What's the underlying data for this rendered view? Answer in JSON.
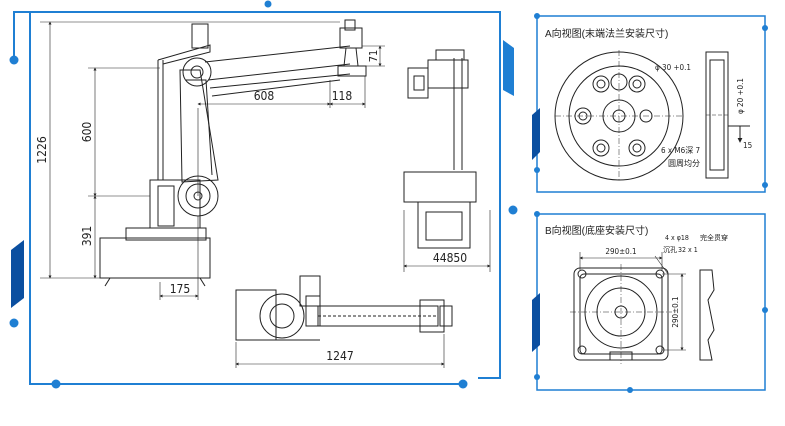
{
  "colors": {
    "frame_blue": "#1f7fd3",
    "accent_dark": "#0b4fa0",
    "line": "#222222"
  },
  "main_view": {
    "dims": {
      "overall_height": "1226",
      "upper_height": "600",
      "base_height": "391",
      "arm_length": "608",
      "end_offset": "118",
      "tool_height": "71",
      "base_offset": "175",
      "side_width": "44850",
      "top_length": "1247"
    }
  },
  "panel_a": {
    "title": "A向视图(末端法兰安装尺寸)",
    "bore_label": "φ 30 +0.1",
    "depth_label": "φ 20 +0.1",
    "holes_label": "6 x  M6深 7",
    "holes_note": "圆周均分",
    "thickness": "15"
  },
  "panel_b": {
    "title": "B向视图(底座安装尺寸)",
    "holes_label": "4 x φ18",
    "holes_note": "完全贯穿",
    "counterbore": "沉孔",
    "counterbore_value": "32 x 1",
    "width_dim": "290±0.1",
    "height_dim": "290±0.1"
  }
}
